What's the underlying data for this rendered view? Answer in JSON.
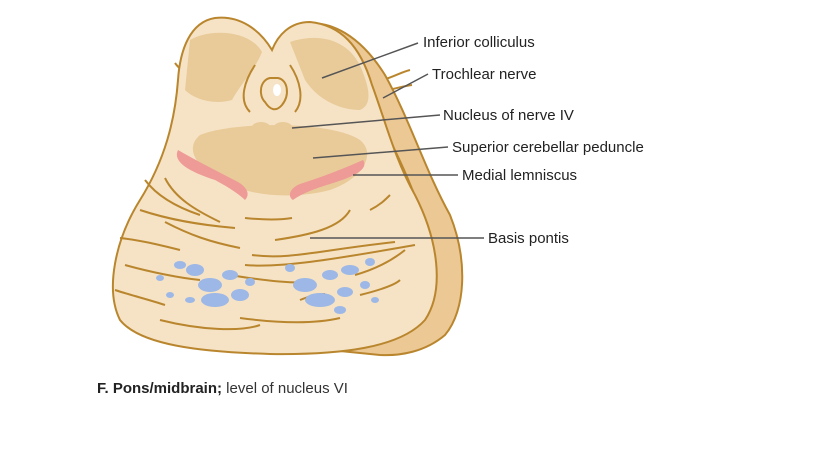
{
  "labels": {
    "inferior_colliculus": "Inferior colliculus",
    "trochlear_nerve": "Trochlear nerve",
    "nucleus_nerve_iv": "Nucleus of nerve IV",
    "superior_cerebellar_peduncle": "Superior cerebellar peduncle",
    "medial_lemniscus": "Medial lemniscus",
    "basis_pontis": "Basis pontis"
  },
  "caption": {
    "bold": "F. Pons/midbrain;",
    "rest": " level of nucleus VI"
  },
  "colors": {
    "tissue": "#f6e3c6",
    "slab": "#ecc895",
    "outline": "#b9862e",
    "nuclei": "#e9cb9a",
    "lemniscus": "#ee9a96",
    "pontine_nuclei": "#9db8e6",
    "leader": "#555555"
  }
}
